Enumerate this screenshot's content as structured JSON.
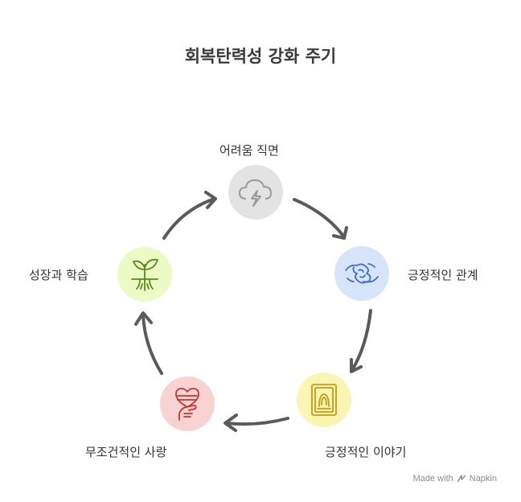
{
  "title": "회복탄력성 강화 주기",
  "colors": {
    "arrow": "#5a5a5a",
    "cloud_bg": "#e3e3e3",
    "hands_bg": "#d7e5fb",
    "book_bg": "#fbf5b3",
    "heart_bg": "#f9d2d2",
    "sprout_bg": "#ecfbc3"
  },
  "nodes": [
    {
      "label": "어려움 직면",
      "icon": "storm-cloud-icon"
    },
    {
      "label": "긍정적인 관계",
      "icon": "handshake-icon"
    },
    {
      "label": "긍정적인 이야기",
      "icon": "storybook-icon"
    },
    {
      "label": "무조건적인 사랑",
      "icon": "heart-in-hand-icon"
    },
    {
      "label": "성장과 학습",
      "icon": "sprout-icon"
    }
  ],
  "watermark": {
    "made_with": "Made with",
    "brand": "Napkin"
  }
}
